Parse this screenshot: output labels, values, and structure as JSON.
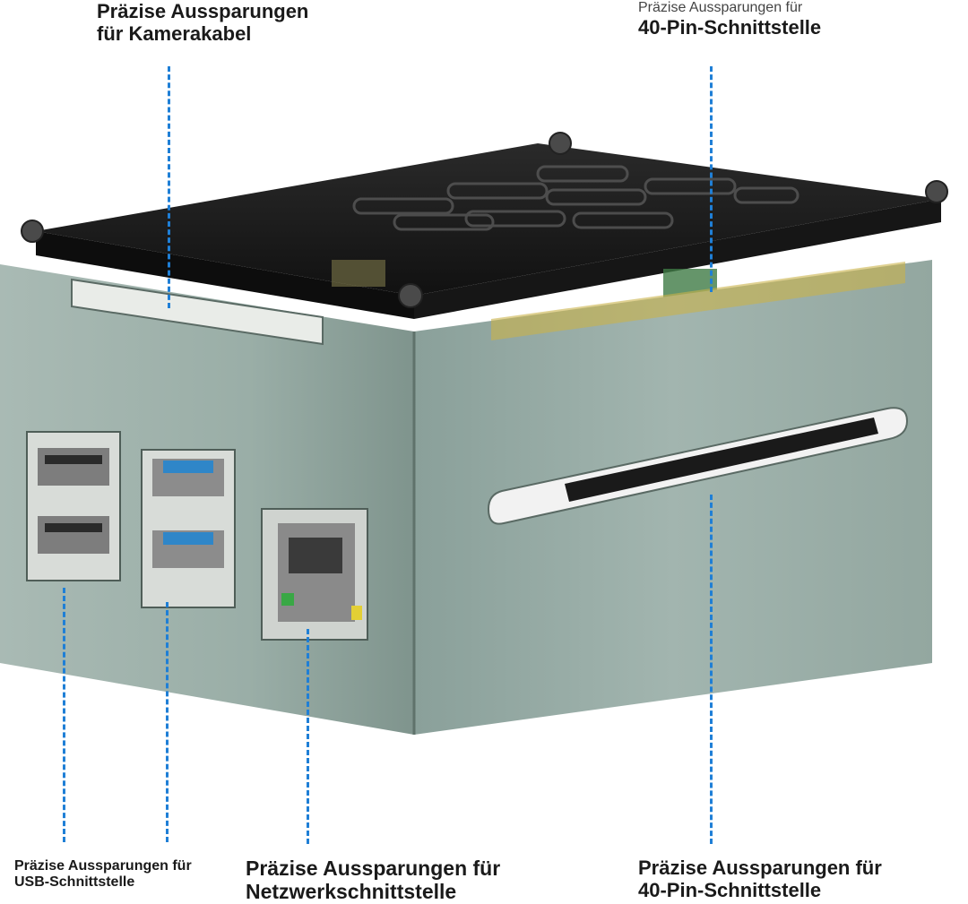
{
  "labels": {
    "camera": {
      "line1": "Präzise Aussparungen",
      "line2": "für Kamerakabel"
    },
    "pin_top": {
      "line1": "Präzise Aussparungen für",
      "line2": "40-Pin-Schnittstelle"
    },
    "usb": {
      "line1": "Präzise Aussparungen für",
      "line2": "USB-Schnittstelle"
    },
    "network": {
      "line1": "Präzise Aussparungen für",
      "line2": "Netzwerkschnittstelle"
    },
    "pin_bottom": {
      "line1": "Präzise Aussparungen für",
      "line2": "40-Pin-Schnittstelle"
    }
  },
  "colors": {
    "callout_line": "#1f7fd6",
    "case_metal": "#8fa39c",
    "lid_acrylic": "#1c1c1c",
    "usb3_blue": "#2f86c8"
  }
}
